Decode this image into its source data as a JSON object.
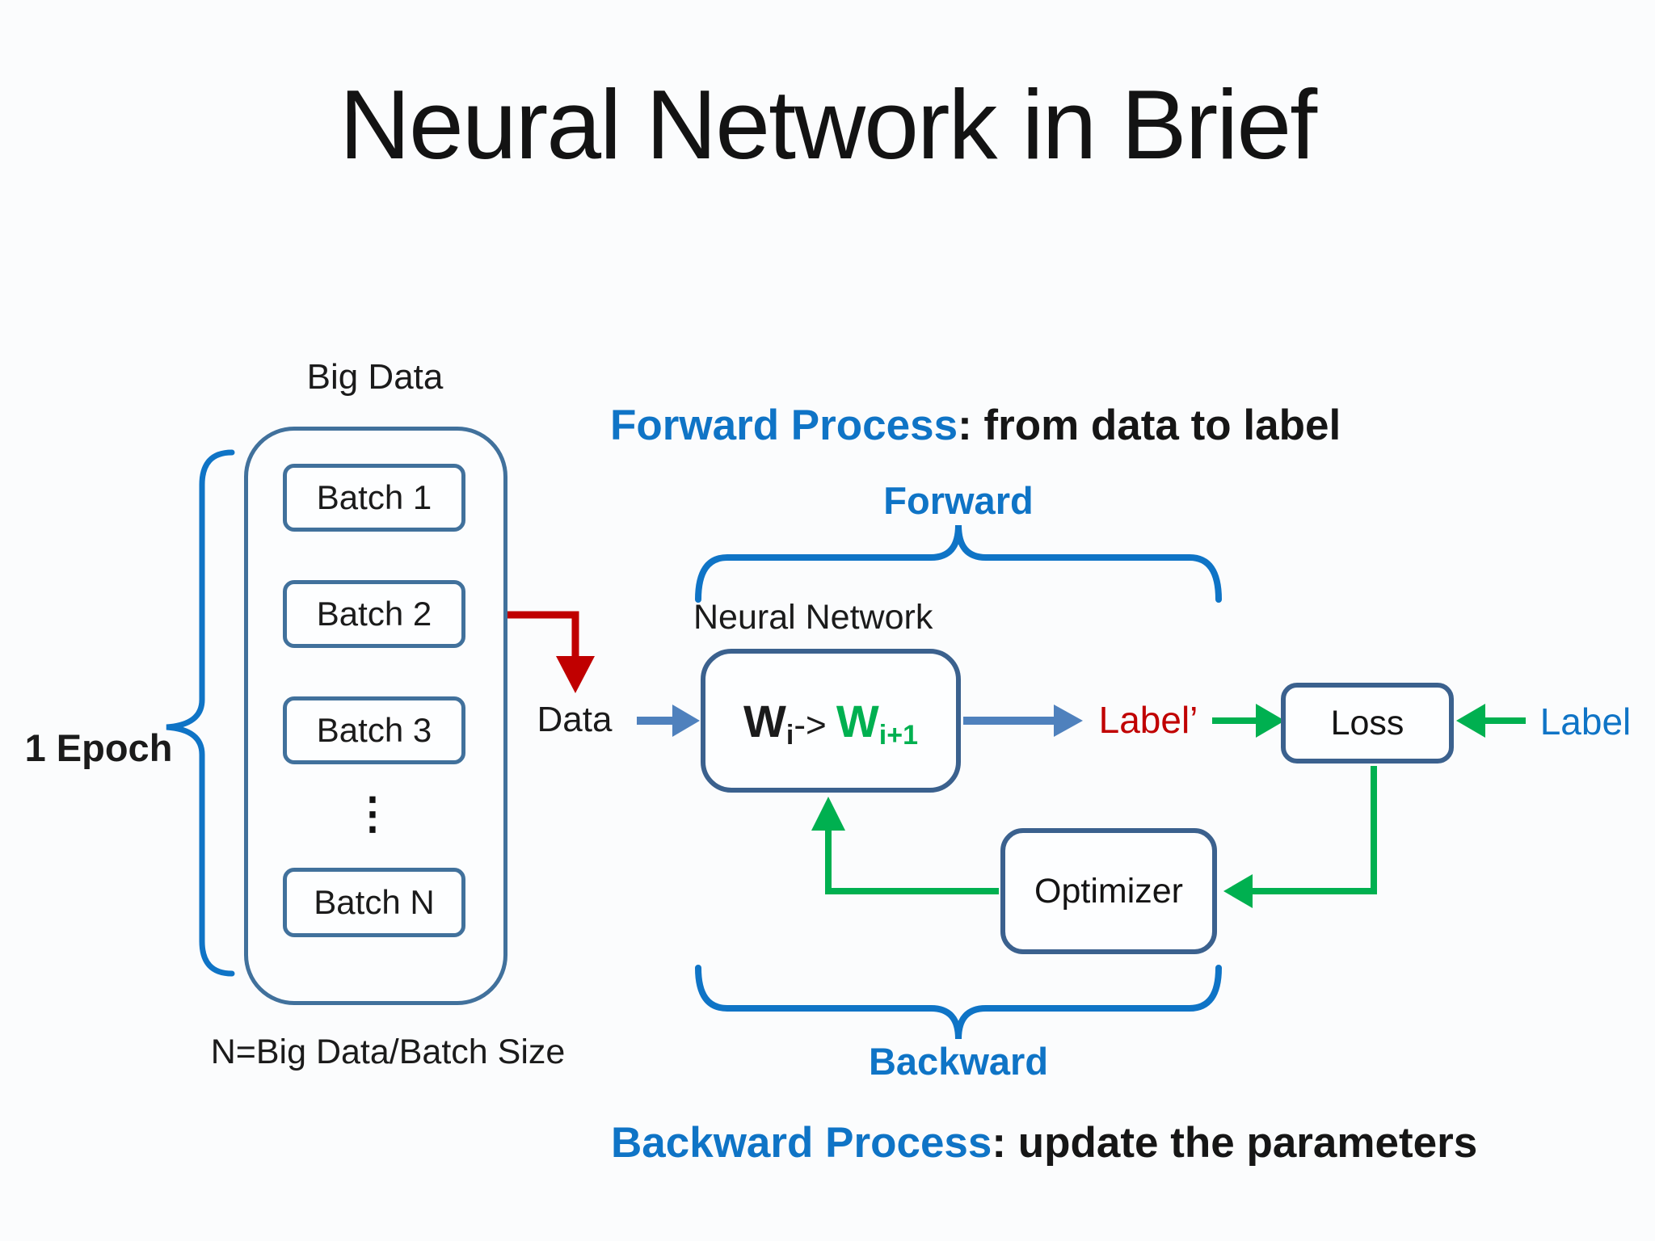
{
  "title": "Neural Network in Brief",
  "colors": {
    "accent_blue": "#0f74c6",
    "steel_arrow_blue": "#4f81bd",
    "box_border_blue": "#41719c",
    "green": "#00b050",
    "dark_red": "#c00000",
    "text_black": "#1b1b1b",
    "background": "#fbfcfd"
  },
  "left_panel": {
    "big_data_label": "Big Data",
    "batches": [
      "Batch 1",
      "Batch 2",
      "Batch 3",
      "Batch N"
    ],
    "ellipsis": "⋮",
    "epoch_label": "1 Epoch",
    "batch_formula": "N=Big Data/Batch Size"
  },
  "forward_section": {
    "heading_colored": "Forward Process",
    "heading_rest": ": from data to label",
    "brace_label": "Forward"
  },
  "pipeline": {
    "data_label": "Data",
    "nn_label": "Neural Network",
    "weights": {
      "w_in": "W",
      "w_in_sub": "i",
      "arrow": "->",
      "w_out": "W",
      "w_out_sub": "i+1"
    },
    "label_prime": "Label’",
    "loss_label": "Loss",
    "label_label": "Label",
    "optimizer_label": "Optimizer"
  },
  "backward_section": {
    "brace_label": "Backward",
    "heading_colored": "Backward Process",
    "heading_rest": ": update the parameters"
  }
}
